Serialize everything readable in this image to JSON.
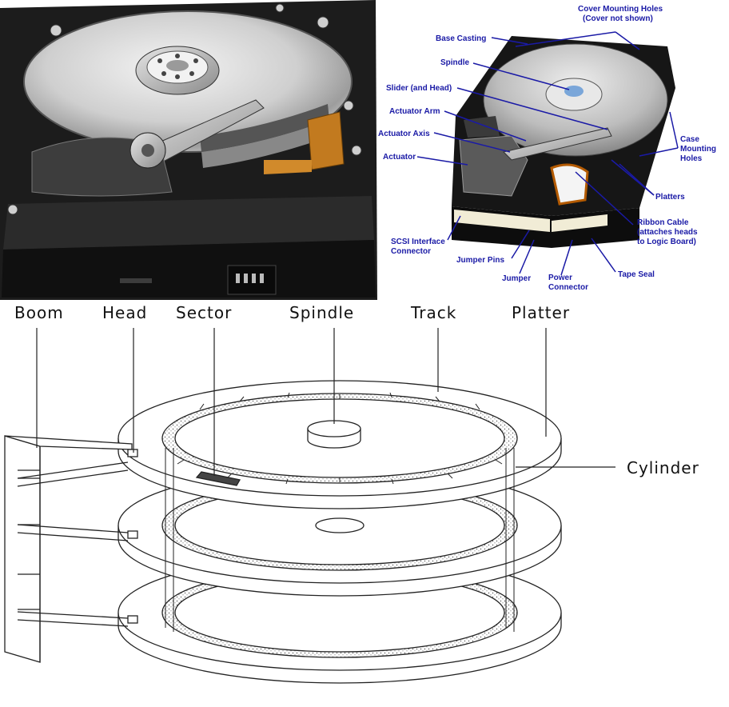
{
  "photo_labels": {
    "cover_mounting_holes": [
      "Cover Mounting Holes",
      "(Cover not shown)"
    ],
    "base_casting": "Base Casting",
    "spindle": "Spindle",
    "slider": "Slider (and Head)",
    "actuator_arm": "Actuator Arm",
    "actuator_axis": "Actuator Axis",
    "actuator": "Actuator",
    "case_mounting_holes": [
      "Case",
      "Mounting",
      "Holes"
    ],
    "platters": "Platters",
    "ribbon_cable": [
      "Ribbon Cable",
      "(attaches heads",
      "to Logic Board)"
    ],
    "scsi": [
      "SCSI Interface",
      "Connector"
    ],
    "jumper_pins": "Jumper Pins",
    "jumper": "Jumper",
    "power": [
      "Power",
      "Connector"
    ],
    "tape_seal": "Tape Seal"
  },
  "diagram_labels": {
    "boom": "Boom",
    "head": "Head",
    "sector": "Sector",
    "spindle": "Spindle",
    "track": "Track",
    "platter": "Platter",
    "cylinder": "Cylinder"
  },
  "colors": {
    "label_blue": "#1a1aa6",
    "leader_blue": "#1a1aa6",
    "drive_dark": "#1b1b1b",
    "platter_silver": "#d9d9d9",
    "brass": "#c27a1f"
  }
}
